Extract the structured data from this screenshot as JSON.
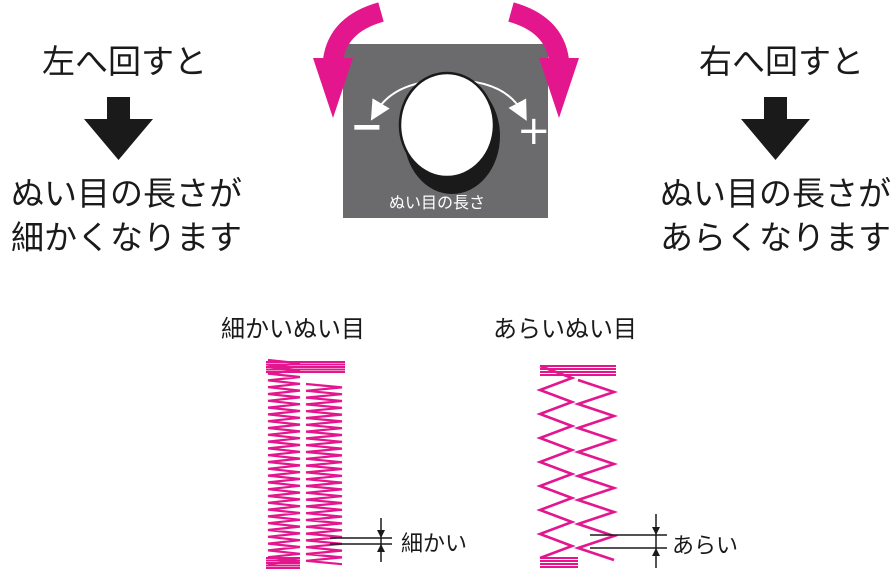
{
  "left_panel": {
    "heading": "左へ回すと",
    "result_line1": "ぬい目の長さが",
    "result_line2": "細かくなります"
  },
  "right_panel": {
    "heading": "右へ回すと",
    "result_line1": "ぬい目の長さが",
    "result_line2": "あらくなります"
  },
  "dial": {
    "minus": "−",
    "plus": "+",
    "label": "ぬい目の長さ"
  },
  "samples": {
    "fine_title": "細かいぬい目",
    "coarse_title": "あらいぬい目",
    "fine_marker": "細かい",
    "coarse_marker": "あらい"
  },
  "colors": {
    "stitch": "#e3168e",
    "arrow": "#e3168e",
    "panel": "#6b6b6d",
    "black_arrow": "#1a1a1a"
  },
  "icons": [
    "down-arrow-icon",
    "rotate-left-arrow-icon",
    "rotate-right-arrow-icon",
    "dial-knob-icon"
  ]
}
